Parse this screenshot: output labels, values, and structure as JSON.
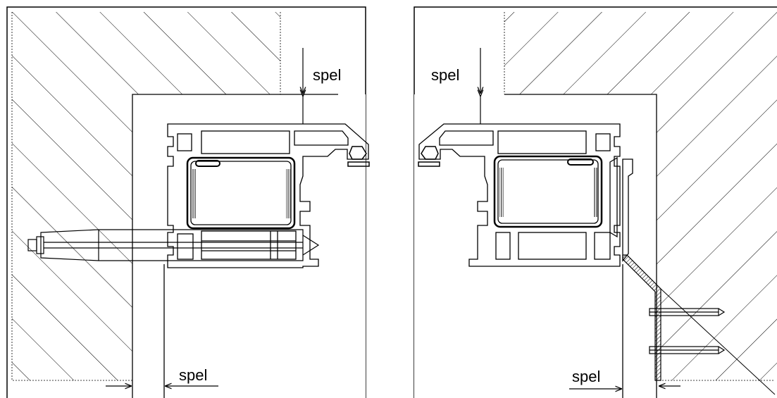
{
  "diagram": {
    "left_panel": {
      "labels": {
        "gap_top": "spel",
        "gap_bottom": "spel"
      }
    },
    "right_panel": {
      "labels": {
        "gap_top": "spel",
        "gap_bottom": "spel"
      }
    },
    "colors": {
      "line": "#000000",
      "hatch": "#000000",
      "background": "#ffffff"
    }
  }
}
